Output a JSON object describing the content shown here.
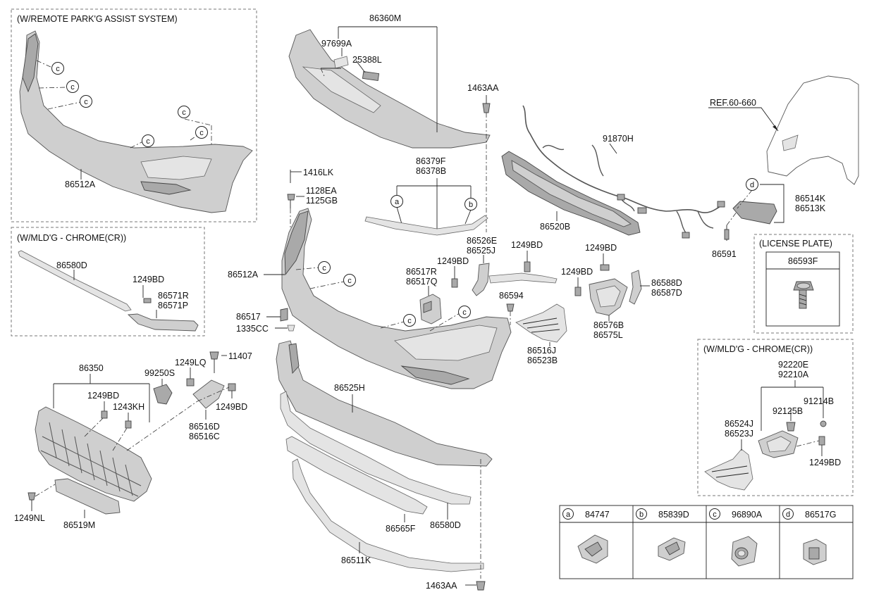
{
  "boxes": {
    "remote_park": "(W/REMOTE PARK'G ASSIST SYSTEM)",
    "mldg_chrome_left": "(W/MLD'G - CHROME(CR))",
    "license_plate": "(LICENSE PLATE)",
    "mldg_chrome_right": "(W/MLD'G - CHROME(CR))"
  },
  "labels": {
    "p86360M": "86360M",
    "p97699A": "97699A",
    "p25388L": "25388L",
    "p1463AA_top": "1463AA",
    "pREF": "REF.60-660",
    "p91870H": "91870H",
    "p86379F": "86379F",
    "p86378B": "86378B",
    "p86520B": "86520B",
    "p86514K": "86514K",
    "p86513K": "86513K",
    "p86591": "86591",
    "p86512A_top": "86512A",
    "p1416LK": "1416LK",
    "p1128EA": "1128EA",
    "p1125GB": "1125GB",
    "p86580D_left": "86580D",
    "p1249BD_left": "1249BD",
    "p86571R": "86571R",
    "p86571P": "86571P",
    "p86512A_mid": "86512A",
    "p86517": "86517",
    "p1335CC": "1335CC",
    "p86526E": "86526E",
    "p86525J": "86525J",
    "p1249BD_a": "1249BD",
    "p86517R": "86517R",
    "p86517Q": "86517Q",
    "p1249BD_b": "1249BD",
    "p1249BD_c": "1249BD",
    "p1249BD_d": "1249BD",
    "p86588D": "86588D",
    "p86587D": "86587D",
    "p86594": "86594",
    "p86576B": "86576B",
    "p86575L": "86575L",
    "p86516J": "86516J",
    "p86523B": "86523B",
    "p86593F": "86593F",
    "p86350": "86350",
    "p1249LQ": "1249LQ",
    "p11407": "11407",
    "p99250S": "99250S",
    "p1249BD_grille": "1249BD",
    "p1243KH": "1243KH",
    "p1249BD_grille2": "1249BD",
    "p86516D": "86516D",
    "p86516C": "86516C",
    "p1249NL": "1249NL",
    "p86519M": "86519M",
    "p86525H": "86525H",
    "p86565F": "86565F",
    "p86580D_bot": "86580D",
    "p86511K": "86511K",
    "p1463AA_bot": "1463AA",
    "p92220E": "92220E",
    "p92210A": "92210A",
    "p91214B": "91214B",
    "p92125B": "92125B",
    "p86524J": "86524J",
    "p86523J": "86523J",
    "p1249BD_right": "1249BD"
  },
  "callouts": {
    "a": "a",
    "b": "b",
    "c": "c",
    "d": "d"
  },
  "legend": [
    {
      "key": "a",
      "part": "84747"
    },
    {
      "key": "b",
      "part": "85839D"
    },
    {
      "key": "c",
      "part": "96890A"
    },
    {
      "key": "d",
      "part": "86517G"
    }
  ]
}
